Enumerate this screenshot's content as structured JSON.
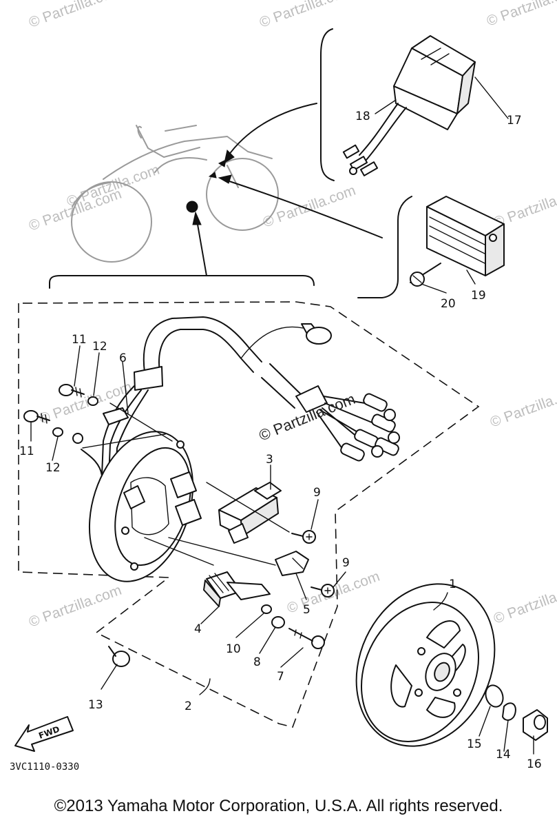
{
  "watermarks": [
    "© Partzilla.com",
    "© Partzilla.com",
    "© Partzilla.com",
    "© Partzilla.com",
    "© Partzilla.com",
    "© Partzilla.com",
    "© Partzilla.com",
    "© Partzilla.com",
    "© Partzilla.com",
    "© Partzilla.com",
    "© Partzilla.com",
    "© Partzilla.com"
  ],
  "center_watermark": "© Partzilla.com",
  "callouts": {
    "c1": "1",
    "c2": "2",
    "c3": "3",
    "c4": "4",
    "c5": "5",
    "c6": "6",
    "c7": "7",
    "c8": "8",
    "c9a": "9",
    "c9b": "9",
    "c10": "10",
    "c11a": "11",
    "c11b": "11",
    "c12a": "12",
    "c12b": "12",
    "c13": "13",
    "c14": "14",
    "c15": "15",
    "c16": "16",
    "c17": "17",
    "c18": "18",
    "c19": "19",
    "c20": "20"
  },
  "fwd_label": "FWD",
  "diagram_code": "3VC1110-0330",
  "copyright": "©2013 Yamaha Motor Corporation, U.S.A. All rights reserved."
}
